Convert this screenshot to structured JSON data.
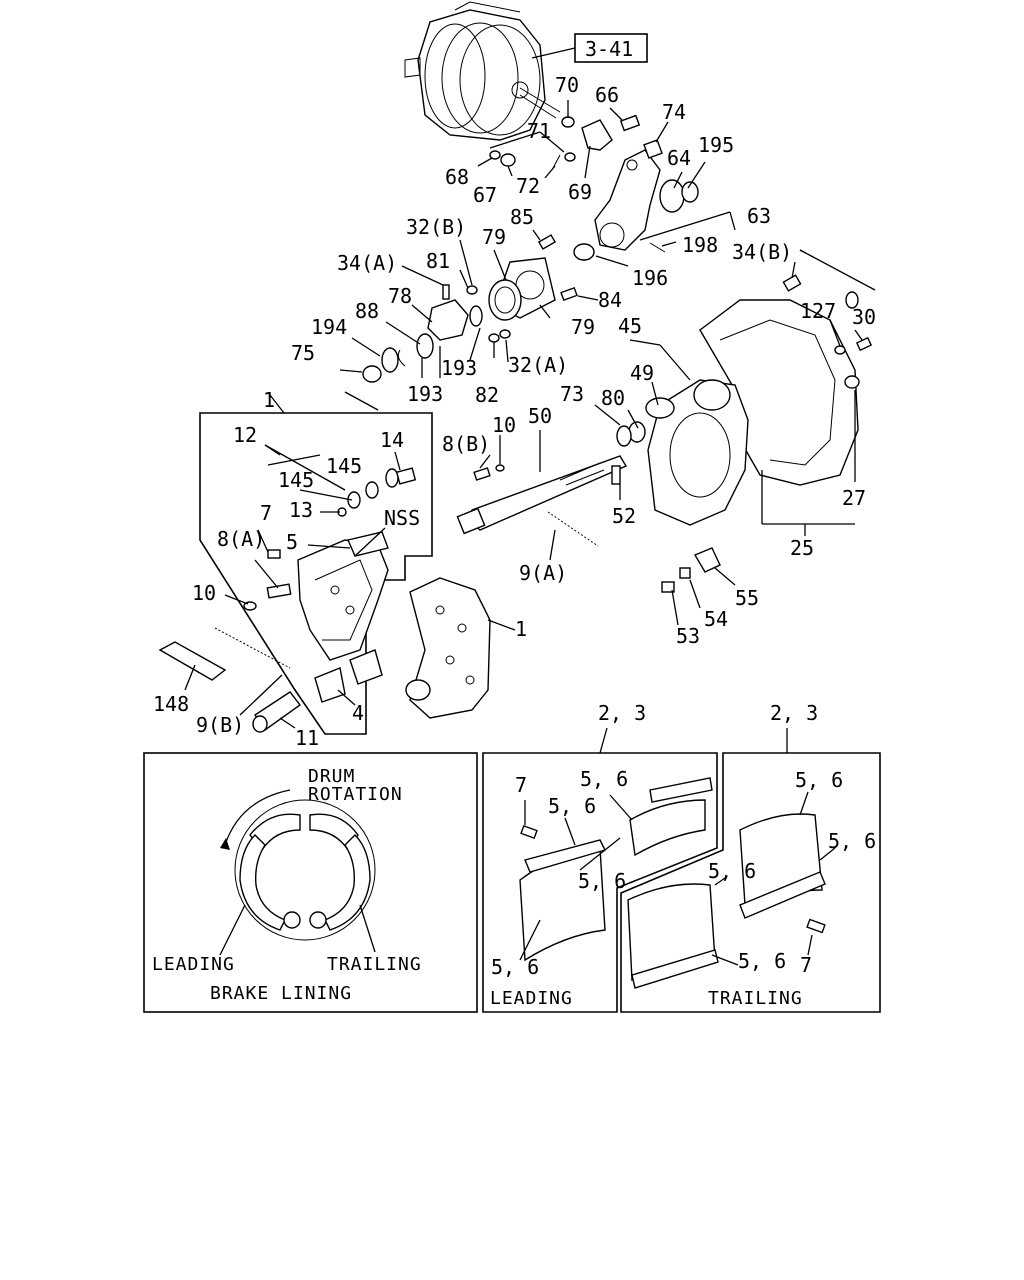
{
  "ref_box": "3-41",
  "labels": {
    "l70": "70",
    "l66": "66",
    "l74": "74",
    "l71": "71",
    "l195": "195",
    "l64": "64",
    "l68": "68",
    "l67": "67",
    "l72": "72",
    "l69": "69",
    "l63": "63",
    "l198": "198",
    "l196": "196",
    "l85": "85",
    "l32b": "32(B)",
    "l79a": "79",
    "l34a": "34(A)",
    "l81": "81",
    "l34b": "34(B)",
    "l84": "84",
    "l78": "78",
    "l88": "88",
    "l194": "194",
    "l79b": "79",
    "l127": "127",
    "l30": "30",
    "l45": "45",
    "l75": "75",
    "l193a": "193",
    "l32a": "32(A)",
    "l82": "82",
    "l193b": "193",
    "l49": "49",
    "l1a": "1",
    "l73": "73",
    "l80": "80",
    "l50": "50",
    "l12": "12",
    "l14": "14",
    "l8b": "8(B)",
    "l10a": "10",
    "l145a": "145",
    "l145b": "145",
    "l27": "27",
    "l13": "13",
    "l7a": "7",
    "lnss": "NSS",
    "l52": "52",
    "l8a": "8(A)",
    "l5": "5",
    "l25": "25",
    "l9a": "9(A)",
    "l10b": "10",
    "l55": "55",
    "l1b": "1",
    "l54": "54",
    "l53": "53",
    "l148": "148",
    "l4": "4",
    "l9b": "9(B)",
    "l11": "11",
    "l23a": "2, 3",
    "l23b": "2, 3"
  },
  "panel_left": {
    "drum": "DRUM",
    "rotation": "ROTATION",
    "leading": "LEADING",
    "trailing": "TRAILING",
    "title": "BRAKE LINING"
  },
  "panel_mid": {
    "l7": "7",
    "l56a": "5, 6",
    "l56b": "5, 6",
    "l56c": "5, 6",
    "l56d": "5, 6",
    "title": "LEADING"
  },
  "panel_right": {
    "l56a": "5, 6",
    "l56b": "5, 6",
    "l56c": "5, 6",
    "l56d": "5, 6",
    "l7": "7",
    "title": "TRAILING"
  }
}
